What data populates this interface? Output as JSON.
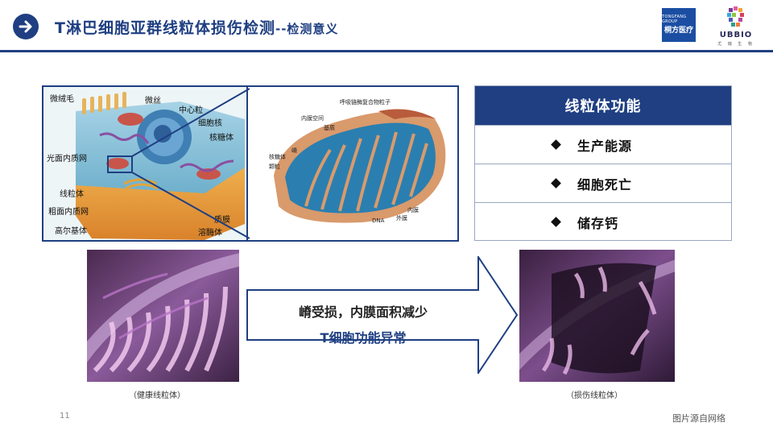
{
  "header": {
    "title_main": "T淋巴细胞亚群线粒体损伤检测",
    "title_sub": "--检测意义",
    "logo_tongfang_top": "TONGFANG GROUP",
    "logo_tongfang_name": "桐方医疗",
    "logo_ubbio_name": "UBBIO",
    "logo_ubbio_small": "尤 瑞 生 物",
    "accent_color": "#1f3f82"
  },
  "cell_diagram": {
    "labels": [
      "微绒毛",
      "微丝",
      "中心粒",
      "细胞核",
      "核糖体",
      "光面内质网",
      "线粒体",
      "粗面内质网",
      "高尔基体",
      "质膜",
      "溶酶体"
    ],
    "mito_labels": [
      "呼吸链酶复合物粒子",
      "内膜空间",
      "基质",
      "嵴",
      "核糖体",
      "颗粒",
      "DNA",
      "内膜",
      "外膜"
    ]
  },
  "function_panel": {
    "heading": "线粒体功能",
    "items": [
      "生产能源",
      "细胞死亡",
      "储存钙"
    ]
  },
  "comparison": {
    "healthy_caption": "（健康线粒体）",
    "damaged_caption": "（损伤线粒体）",
    "arrow_line1": "嵴受损，内膜面积减少",
    "arrow_line2": "T细胞功能异常",
    "arrow_line2_color": "#1f3f82"
  },
  "footer": {
    "page_number": "11",
    "source_note": "图片源自网络"
  }
}
